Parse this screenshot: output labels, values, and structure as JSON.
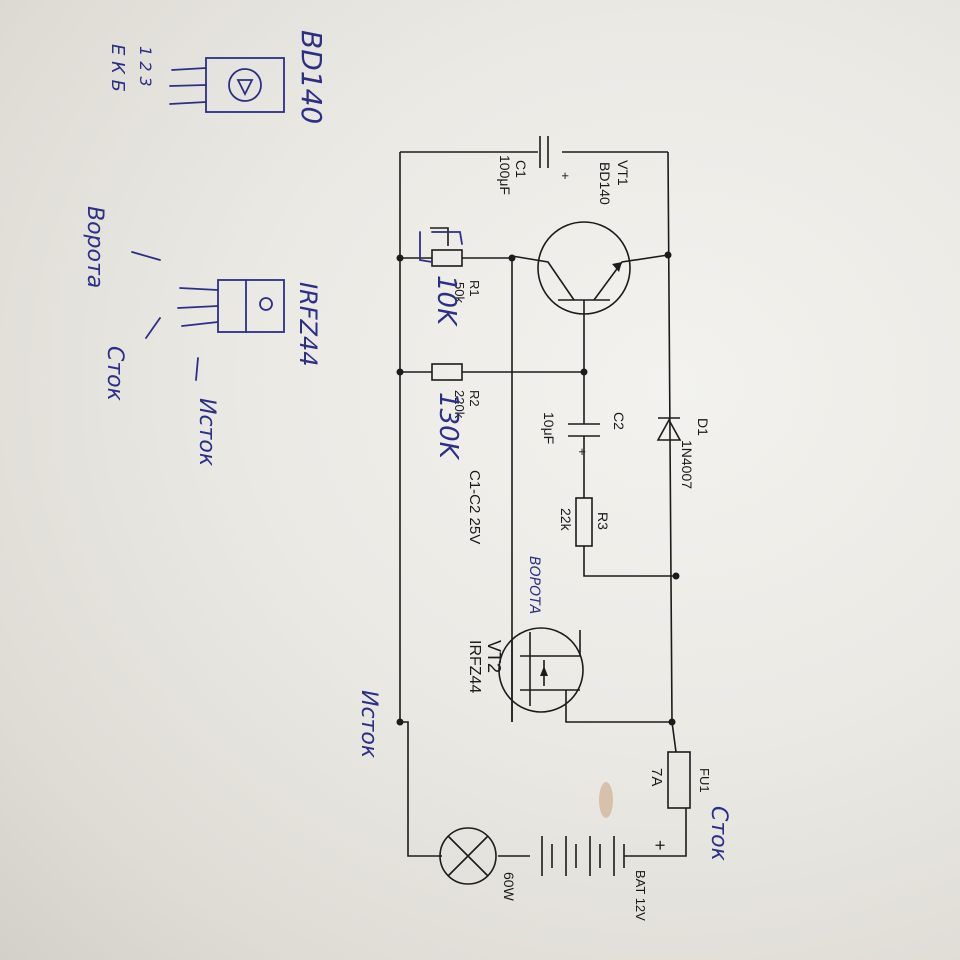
{
  "sketch": {
    "bd140_title": "BD140",
    "bd140_pin_numbers": "1 2 3",
    "bd140_pin_letters": "Е К Б",
    "irfz44_title": "IRFZ44",
    "gate_label": "Ворота",
    "drain_label": "Сток",
    "source_label": "Исток"
  },
  "schematic": {
    "c1_ref": "C1",
    "c1_value": "100μF",
    "vt1_ref": "VT1",
    "vt1_part": "BD140",
    "r1_ref": "R1",
    "r1_printed_value": "50k",
    "r1_handwritten_value": "10K",
    "r2_ref": "R2",
    "r2_printed_value": "220k",
    "r2_handwritten_value": "130K",
    "c2_ref": "C2",
    "c2_value": "10μF",
    "d1_ref": "D1",
    "d1_part": "1N4007",
    "r3_ref": "R3",
    "r3_value": "22k",
    "cap_note": "C1-C2 25V",
    "vt2_ref": "VT2",
    "vt2_part": "IRFZ44",
    "vt2_gate_note": "ВОРОТА",
    "vt2_source_note": "Исток",
    "fu1_ref": "FU1",
    "fu1_value": "7A",
    "fu1_drain_note": "Сток",
    "lamp_value": "60W",
    "bat_value": "BAT 12V",
    "plus_sign": "+"
  }
}
